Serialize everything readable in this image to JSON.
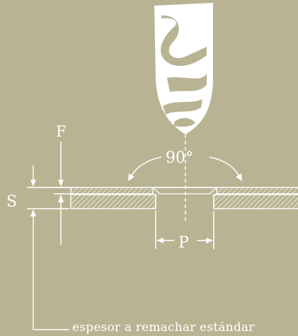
{
  "labels": {
    "f": "F",
    "s": "S",
    "angle": "90°",
    "p": "P",
    "caption": "espesor a remachar estándar"
  },
  "colors": {
    "background": "#b8b493",
    "ink": "#ffffff"
  }
}
